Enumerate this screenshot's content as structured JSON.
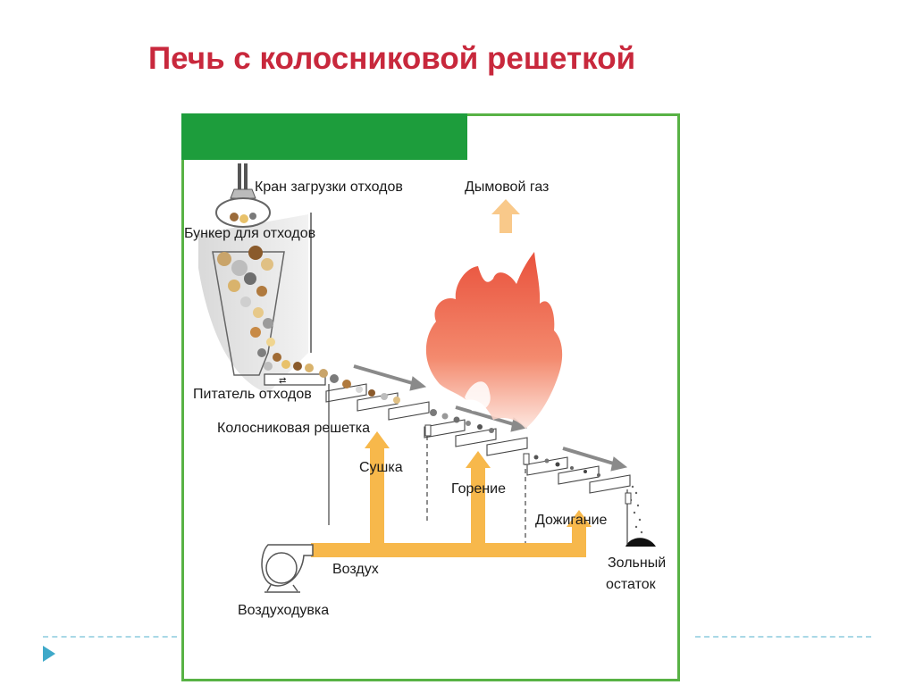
{
  "title": "Печь с колосниковой решеткой",
  "labels": {
    "crane": "Кран загрузки отходов",
    "flue_gas": "Дымовой газ",
    "bunker": "Бункер для отходов",
    "feeder": "Питатель отходов",
    "grate": "Колосниковая решетка",
    "drying": "Сушка",
    "combustion": "Горение",
    "afterburning": "Дожигание",
    "air": "Воздух",
    "blower": "Воздуходувка",
    "ash_line1": "Зольный",
    "ash_line2": "остаток"
  },
  "colors": {
    "title": "#c8283c",
    "frame_border": "#58b245",
    "frame_band": "#1d9d3c",
    "air_arrow": "#f7b84b",
    "flame": "#e8472c",
    "nav": "#3fa9c9"
  },
  "icons": {
    "nav": "triangle-right-icon",
    "blower": "fan-icon",
    "crane": "grab-crane-icon"
  }
}
